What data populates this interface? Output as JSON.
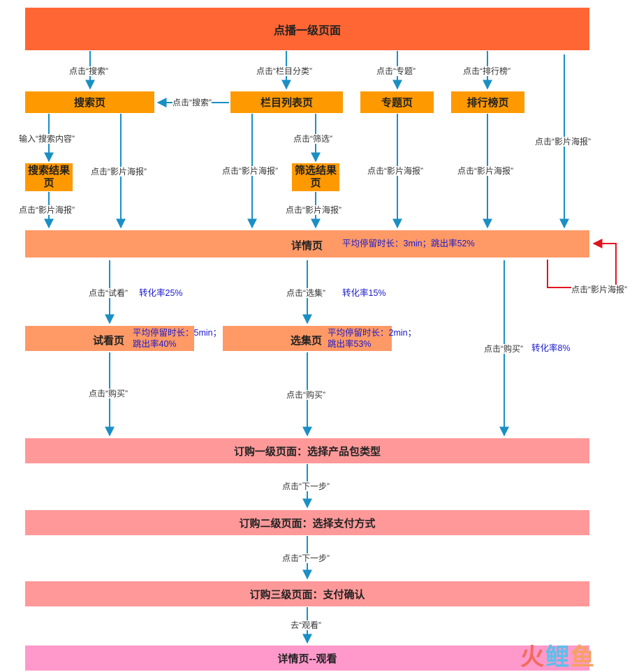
{
  "nodes": {
    "top": "点播一级页面",
    "search": "搜索页",
    "category": "栏目列表页",
    "topic": "专题页",
    "rank": "排行榜页",
    "search_result": "搜索结果页",
    "filter_result": "筛选结果页",
    "detail": "详情页",
    "preview": "试看页",
    "episode": "选集页",
    "order1": "订购一级页面：选择产品包类型",
    "order2": "订购二级页面：选择支付方式",
    "order3": "订购三级页面：支付确认",
    "watch": "详情页--观看"
  },
  "edges": {
    "click_search": "点击“搜索”",
    "click_category": "点击“栏目分类”",
    "click_topic": "点击“专题”",
    "click_rank": "点击“排行榜”",
    "click_search_from_category": "点击“搜索”",
    "input_search": "输入“搜索内容”",
    "click_filter": "点击“筛选”",
    "poster_search": "点击“影片海报”",
    "poster_category": "点击“影片海报”",
    "poster_topic": "点击“影片海报”",
    "poster_rank": "点击“影片海报”",
    "poster_top": "点击“影片海报”",
    "poster_search_result": "点击“影片海报”",
    "poster_filter_result": "点击“影片海报”",
    "poster_loop": "点击“影片海报”",
    "click_preview": "点击“试看”",
    "click_episode": "点击“选集”",
    "buy_preview": "点击“购买”",
    "buy_episode": "点击“购买”",
    "buy_detail": "点击“购买”",
    "next1": "点击“下一步”",
    "next2": "点击“下一步”",
    "go_watch": "去“观看”"
  },
  "metrics": {
    "detail": "平均停留时长：3min；跳出率52%",
    "preview_conv": "转化率25%",
    "episode_conv": "转化率15%",
    "detail_buy_conv": "转化率8%",
    "preview_stay": "平均停留时长：5min；",
    "preview_bounce": "跳出率40%",
    "episode_stay": "平均停留时长：2min；",
    "episode_bounce": "跳出率53%"
  },
  "logo": {
    "c1": "火",
    "c2": "鲤",
    "c3": "鱼"
  },
  "colors": {
    "top": "#ff6633",
    "level2": "#ff9900",
    "detail": "#ff9966",
    "order": "#ff9999",
    "watch": "#ff99cc",
    "arrow": "#1a8fc4",
    "loop_arrow": "#e0141e",
    "metric_text": "#1a1acc"
  }
}
